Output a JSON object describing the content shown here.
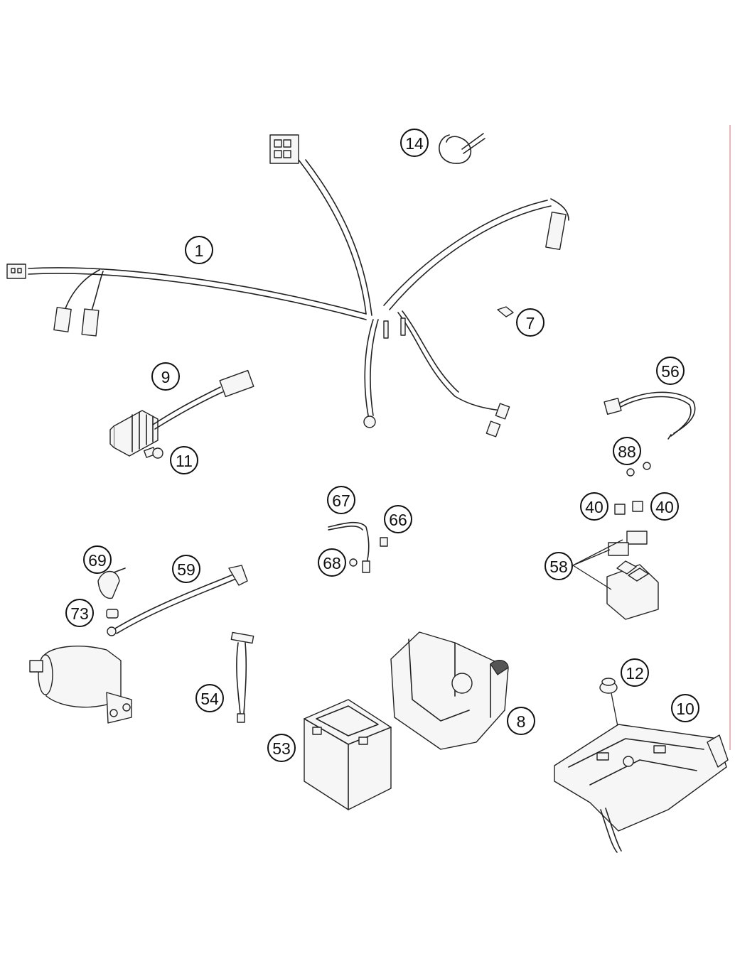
{
  "callouts": [
    {
      "id": "1",
      "label": "1"
    },
    {
      "id": "7",
      "label": "7"
    },
    {
      "id": "8",
      "label": "8"
    },
    {
      "id": "9",
      "label": "9"
    },
    {
      "id": "10",
      "label": "10"
    },
    {
      "id": "11",
      "label": "11"
    },
    {
      "id": "12",
      "label": "12"
    },
    {
      "id": "14",
      "label": "14"
    },
    {
      "id": "40a",
      "label": "40"
    },
    {
      "id": "40b",
      "label": "40"
    },
    {
      "id": "53",
      "label": "53"
    },
    {
      "id": "54",
      "label": "54"
    },
    {
      "id": "56",
      "label": "56"
    },
    {
      "id": "58",
      "label": "58"
    },
    {
      "id": "59",
      "label": "59"
    },
    {
      "id": "66",
      "label": "66"
    },
    {
      "id": "67",
      "label": "67"
    },
    {
      "id": "68",
      "label": "68"
    },
    {
      "id": "69",
      "label": "69"
    },
    {
      "id": "73",
      "label": "73"
    },
    {
      "id": "88",
      "label": "88"
    }
  ]
}
